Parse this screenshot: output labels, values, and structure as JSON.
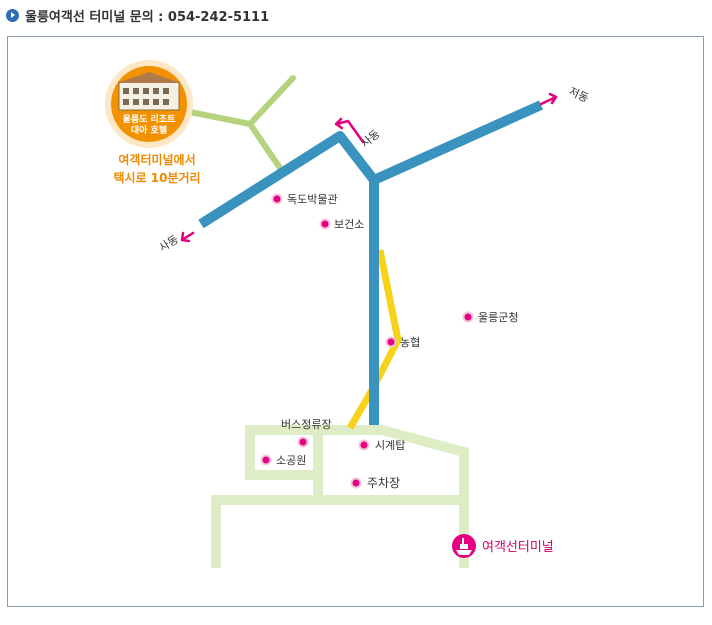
{
  "header": {
    "title": "울릉여객선 터미널 문의 : 054-242-5111"
  },
  "colors": {
    "main_road": "#3a93bf",
    "side_road": "#b5d27c",
    "yellow_road": "#f8d21a",
    "lot_road": "#dfedc6",
    "poi_dot": "#e5007f",
    "arrow": "#e5007f",
    "hotel_badge": "#f39200",
    "hotel_note": "#f08a00"
  },
  "hotel": {
    "name_line1": "울릉도 리조트",
    "name_line2": "대아 호텔",
    "note_line1": "여객터미널에서",
    "note_line2": "택시로  10분거리"
  },
  "directions": {
    "top_right": "저동",
    "top_middle": "사동",
    "left": "사동"
  },
  "pois": {
    "dokdo_museum": "독도박물관",
    "health_center": "보건소",
    "county_office": "울릉군청",
    "nonghyup": "농협",
    "bus_stop": "버스정류장",
    "small_park": "소공원",
    "clock_tower": "시계탑",
    "parking": "주차장",
    "terminal": "여객선터미널"
  },
  "icons": {
    "header_bullet": "arrow-bullet-icon",
    "hotel": "hotel-building-icon",
    "terminal": "ferry-terminal-icon"
  }
}
